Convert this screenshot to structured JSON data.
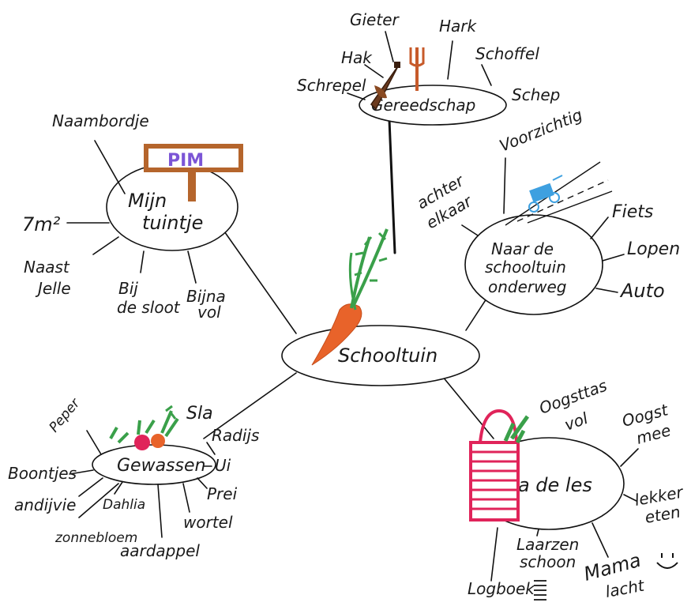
{
  "center": {
    "label": "Schooltuin"
  },
  "colors": {
    "ink": "#1a1a1a",
    "carrot": "#e8632a",
    "leaf": "#3aa04a",
    "sign_board": "#b5652c",
    "sign_text": "#7b55d6",
    "bike": "#3ea0e0",
    "bag": "#e0245a"
  },
  "branches": {
    "tuintje": {
      "label_line1": "Mijn",
      "label_line2": "tuintje",
      "sign_text": "PIM",
      "leaves": {
        "naambordje": "Naambordje",
        "area": "7m²",
        "naast_line1": "Naast",
        "naast_line2": "Jelle",
        "bij_line1": "Bij",
        "bij_line2": "de sloot",
        "bijna_line1": "Bijna",
        "bijna_line2": "vol"
      }
    },
    "gereedschap": {
      "label": "Gereedschap",
      "leaves": {
        "gieter": "Gieter",
        "hark": "Hark",
        "hak": "Hak",
        "schoffel": "Schoffel",
        "schrepel": "Schrepel",
        "schep": "Schep"
      }
    },
    "onderweg": {
      "label_line1": "Naar de",
      "label_line2": "schooltuin",
      "label_line3": "onderweg",
      "leaves": {
        "voorzichtig": "Voorzichtig",
        "achter_line1": "achter",
        "achter_line2": "elkaar",
        "fiets": "Fiets",
        "lopen": "Lopen",
        "auto": "Auto"
      }
    },
    "gewassen": {
      "label": "Gewassen",
      "leaves": {
        "peper": "Peper",
        "sla": "Sla",
        "radijs": "Radijs",
        "ui": "Ui",
        "prei": "Prei",
        "wortel": "wortel",
        "boontjes": "Boontjes",
        "andijvie": "andijvie",
        "dahlia": "Dahlia",
        "zonnebloem": "zonnebloem",
        "aardappel": "aardappel"
      }
    },
    "na_de_les": {
      "label": "Na de les",
      "leaves": {
        "oogsttas_line1": "Oogsttas",
        "oogsttas_line2": "vol",
        "oogst_line1": "Oogst",
        "oogst_line2": "mee",
        "lekker_line1": "lekker",
        "lekker_line2": "eten",
        "laarzen_line1": "Laarzen",
        "laarzen_line2": "schoon",
        "mama_line1": "Mama",
        "mama_line2": "lacht",
        "logboek": "Logboek"
      }
    }
  }
}
